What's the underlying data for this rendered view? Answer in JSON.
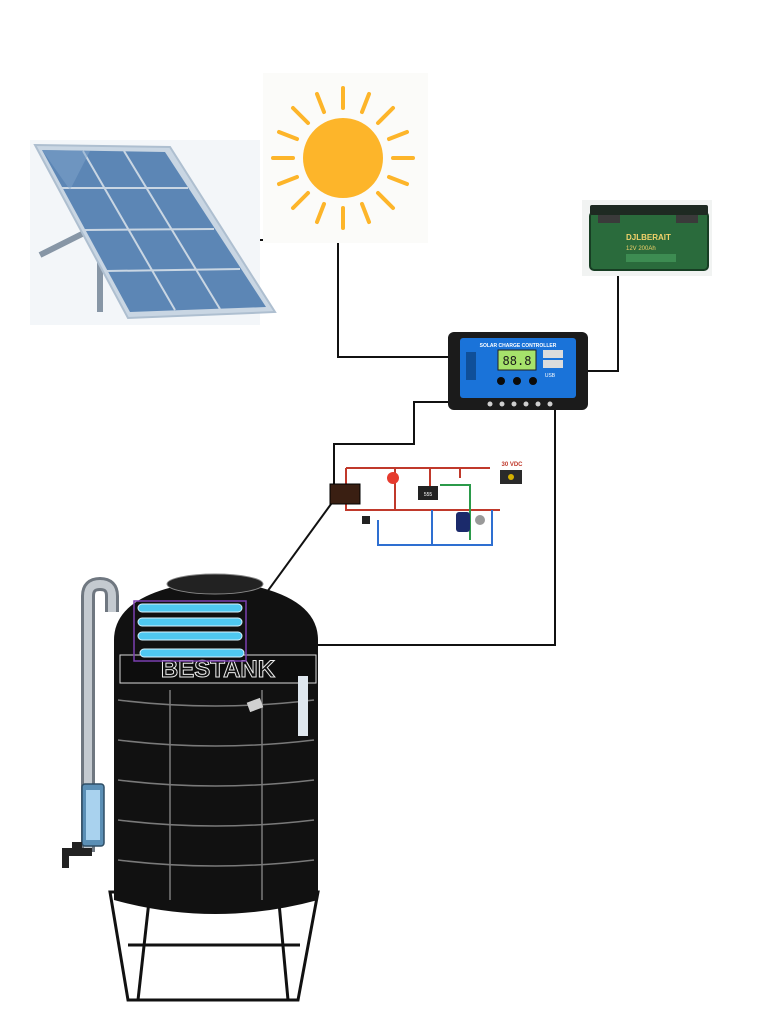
{
  "diagram": {
    "components": {
      "solar_panel": {
        "icon": "solar-panel-icon"
      },
      "sun": {
        "icon": "sun-icon"
      },
      "battery": {
        "brand": "DJLBERAIT",
        "spec": "12V 200Ah",
        "icon": "battery-icon"
      },
      "charge_controller": {
        "title": "SOLAR CHARGE CONTROLLER",
        "display": "88.8",
        "usb": "USB",
        "icon": "charge-controller-icon"
      },
      "circuit": {
        "voltage": "30 VDC",
        "chip": "555",
        "icon": "circuit-board-icon"
      },
      "tank": {
        "brand": "BESTANK",
        "icon": "water-tank-icon"
      },
      "faucet": {
        "icon": "faucet-icon"
      }
    },
    "colors": {
      "wire": "#111111",
      "sun": "#fdb52a",
      "panel": "#5c86b5",
      "panel_frame": "#c9d6e3",
      "controller": "#1a73d9",
      "battery": "#2a6b3c",
      "uv_tube": "#4fc8f0",
      "tank": "#111111",
      "circuit_red": "#c0392b",
      "circuit_blue": "#2e6fd1",
      "circuit_green": "#2b9a4a"
    }
  }
}
